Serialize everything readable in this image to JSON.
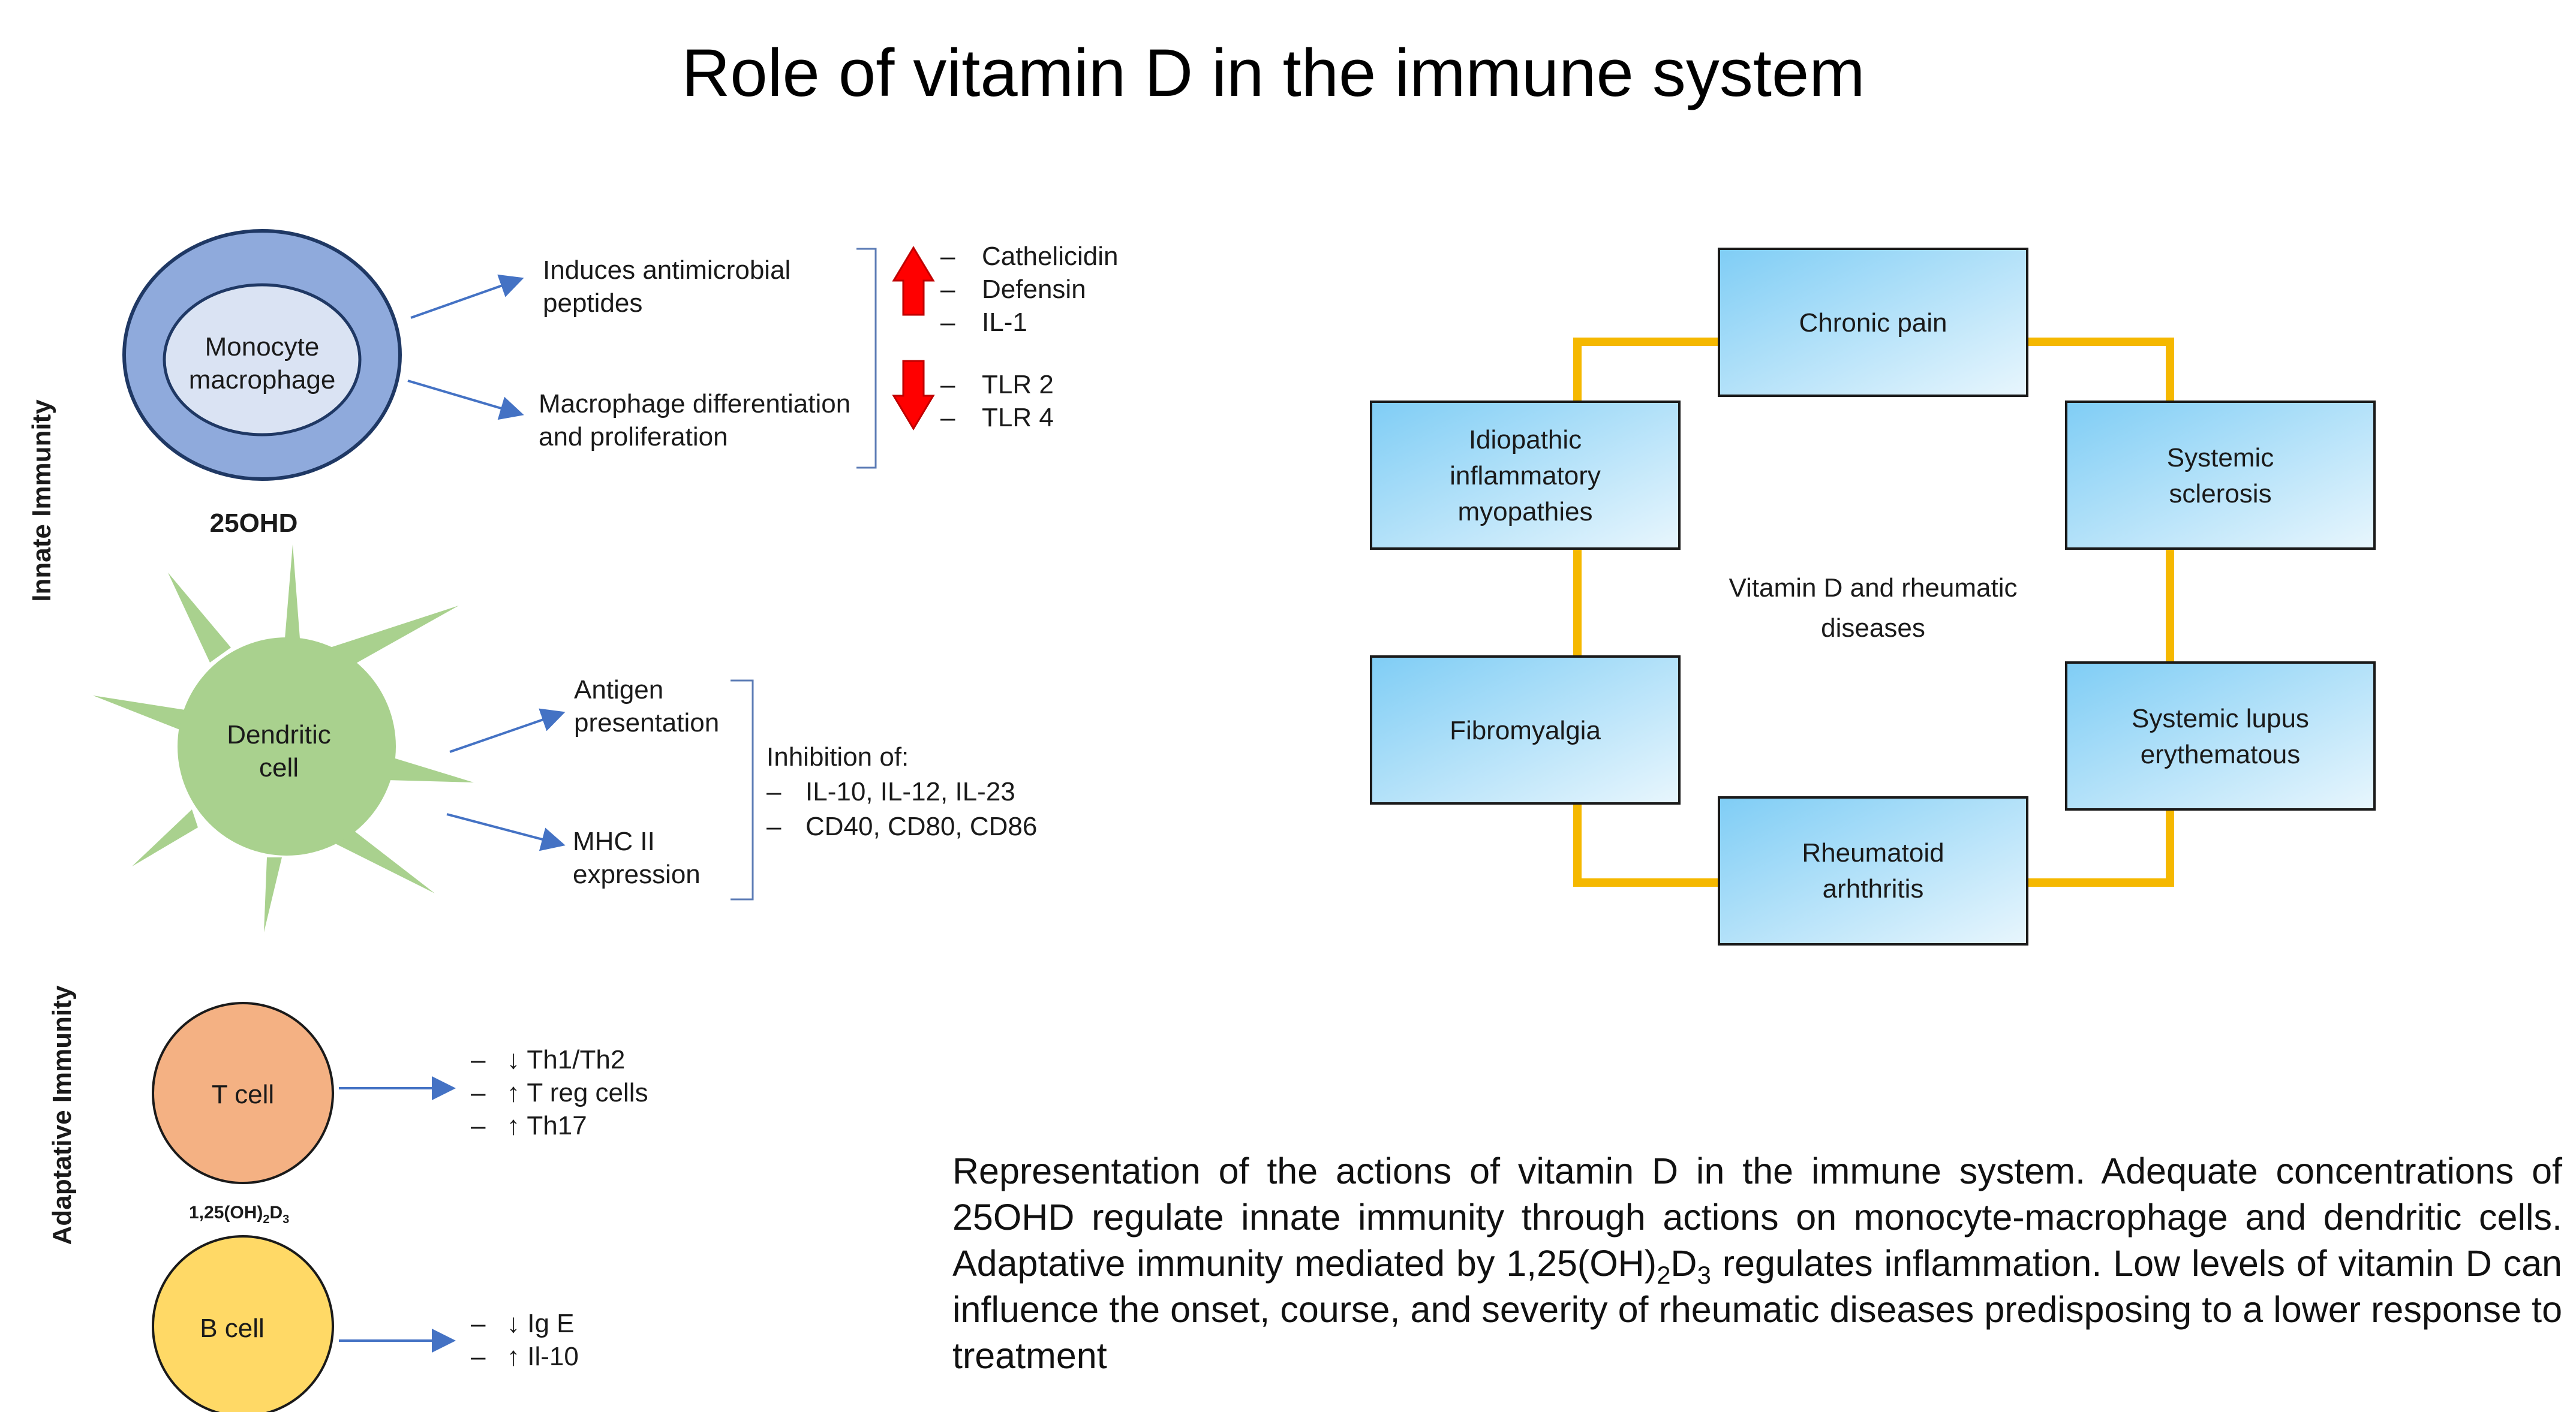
{
  "title": "Role of vitamin D in the immune system",
  "sections": {
    "innate": "Innate Immunity",
    "adaptive": "Adaptative Immunity"
  },
  "monocyte": {
    "label_line1": "Monocyte",
    "label_line2": "macrophage",
    "metabolite": "25OHD",
    "actions": [
      {
        "line1": "Induces antimicrobial",
        "line2": "peptides"
      },
      {
        "line1": "Macrophage differentiation",
        "line2": "and proliferation"
      }
    ],
    "increased": [
      "Cathelicidin",
      "Defensin",
      "IL-1"
    ],
    "decreased": [
      "TLR 2",
      "TLR 4"
    ]
  },
  "dendritic": {
    "label_line1": "Dendritic",
    "label_line2": "cell",
    "actions": [
      {
        "line1": "Antigen",
        "line2": "presentation"
      },
      {
        "line1": "MHC II",
        "line2": "expression"
      }
    ],
    "inhibition_title": "Inhibition of:",
    "inhibition_items": [
      "IL-10, IL-12, IL-23",
      "CD40, CD80, CD86"
    ]
  },
  "tcell": {
    "label": "T cell",
    "effects": [
      "↓ Th1/Th2",
      "↑ T reg cells",
      "↑ Th17"
    ]
  },
  "bcell": {
    "label": "B cell",
    "effects": [
      "↓ Ig E",
      "↑ Il-10"
    ]
  },
  "calcitriol": {
    "base": "1,25(OH)",
    "sub1": "2",
    "mid": "D",
    "sub2": "3"
  },
  "rheumatic": {
    "center_line1": "Vitamin D and rheumatic",
    "center_line2": "diseases",
    "diseases": {
      "chronic_pain": [
        "Chronic pain"
      ],
      "systemic_sclerosis": [
        "Systemic",
        "sclerosis"
      ],
      "lupus": [
        "Systemic lupus",
        "erythematous"
      ],
      "rheumatoid": [
        "Rheumatoid",
        "arhthritis"
      ],
      "fibromyalgia": [
        "Fibromyalgia"
      ],
      "myopathies": [
        "Idiopathic",
        "inflammatory",
        "myopathies"
      ]
    }
  },
  "caption": {
    "part1": "Representation of the actions of vitamin D in the immune system. Adequate concentrations of 25OHD regulate innate immunity through actions on monocyte-macrophage and dendritic cells. Adaptative immunity mediated by 1,25(OH)",
    "sub1": "2",
    "part2": "D",
    "sub2": "3",
    "part3": " regulates inflammation. Low levels of vitamin D can influence the onset, course, and severity of rheumatic diseases predisposing to a lower response to treatment"
  },
  "colors": {
    "monocyte_outer": "#8faadc",
    "monocyte_inner": "#dae3f3",
    "dendritic": "#a9d18e",
    "tcell": "#f4b183",
    "bcell": "#ffd966",
    "connector": "#f5b800",
    "arrow": "#4472c4",
    "up_down_arrow": "#ff0000",
    "disease_box": "#9dd9f7"
  }
}
